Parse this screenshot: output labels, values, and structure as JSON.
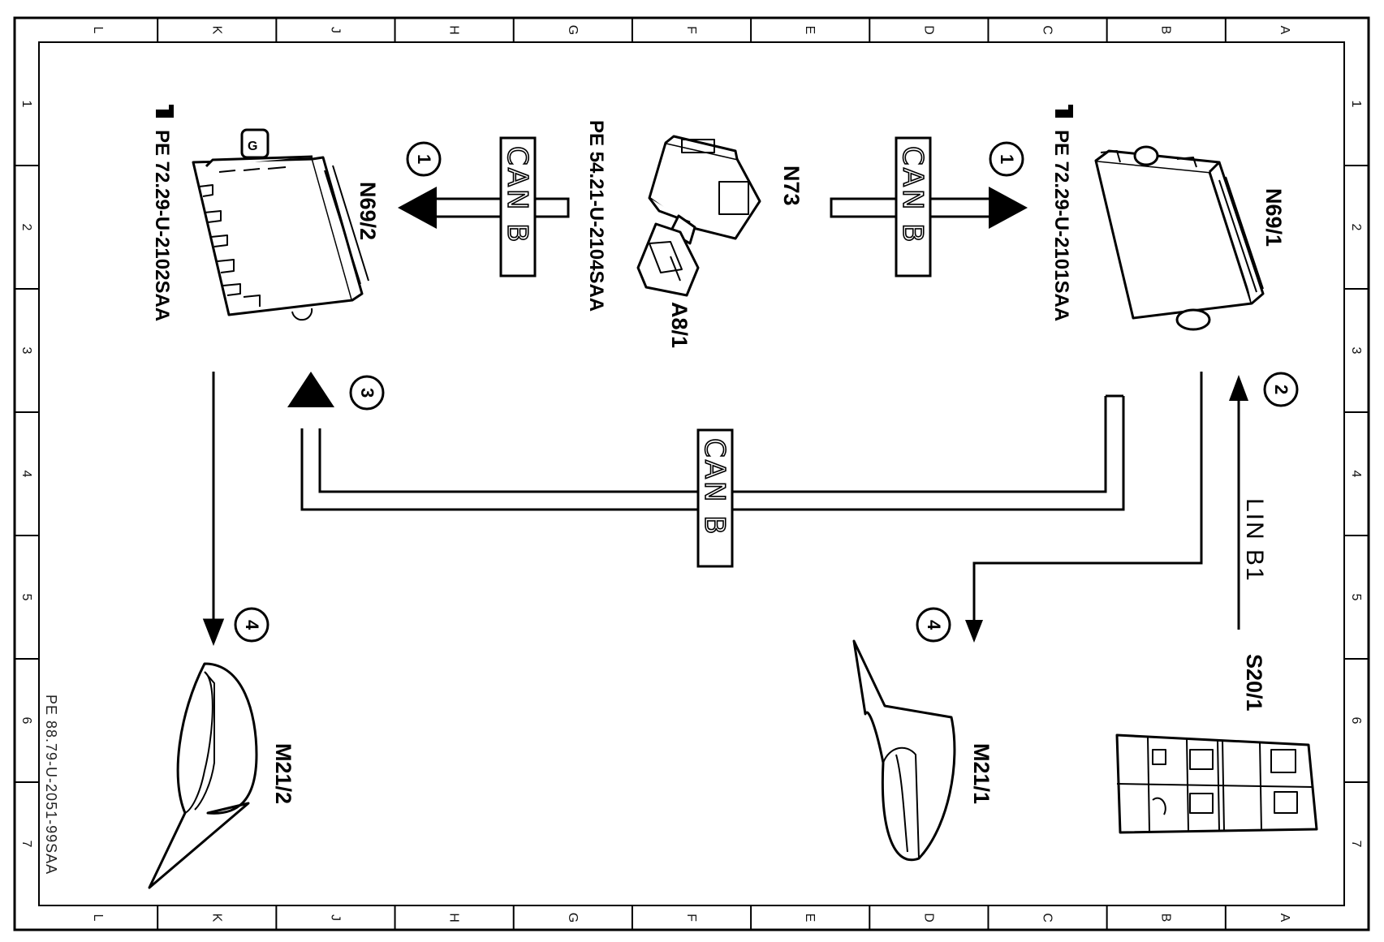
{
  "grid": {
    "columns": [
      "L",
      "K",
      "J",
      "H",
      "G",
      "F",
      "E",
      "D",
      "C",
      "B",
      "A"
    ],
    "rows": [
      "1",
      "2",
      "3",
      "4",
      "5",
      "6",
      "7"
    ]
  },
  "document_ref": "PE 88.79-U-2051-99SAA",
  "components": {
    "n69_2": {
      "label": "N69/2",
      "ref": "PE  72.29-U-2102SAA"
    },
    "n69_1": {
      "label": "N69/1",
      "ref": "PE  72.29-U-2101SAA"
    },
    "n73": {
      "label": "N73",
      "ref": "PE  54.21-U-2104SAA"
    },
    "a8_1": {
      "label": "A8/1"
    },
    "m21_2": {
      "label": "M21/2"
    },
    "m21_1": {
      "label": "M21/1"
    },
    "s20_1": {
      "label": "S20/1"
    }
  },
  "buses": {
    "can_left": "CAN B",
    "can_right": "CAN B",
    "can_bottom": "CAN B",
    "lin": "LIN B1"
  },
  "markers": {
    "m1_left": "1",
    "m1_right": "1",
    "m2": "2",
    "m3": "3",
    "m4_left": "4",
    "m4_right": "4"
  },
  "colors": {
    "line": "#000000",
    "background": "#ffffff"
  }
}
